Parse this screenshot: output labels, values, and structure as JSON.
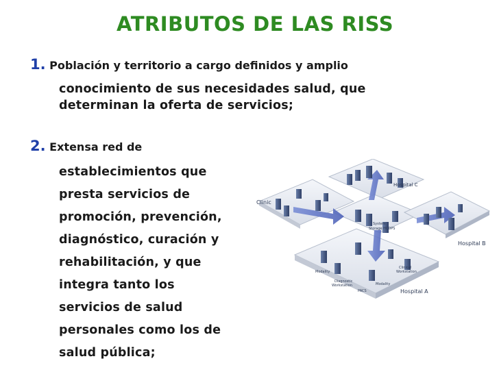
{
  "slide": {
    "title": "ATRIBUTOS DE LAS RISS",
    "item1": {
      "number": "1.",
      "lines": [
        "Población y territorio a cargo definidos y amplio",
        "conocimiento de sus necesidades salud, que",
        "determinan la oferta de servicios;"
      ]
    },
    "item2": {
      "number": "2.",
      "lines": [
        "Extensa red de",
        "establecimientos que",
        "presta servicios de",
        "promoción, prevención,",
        "diagnóstico, curación y",
        "rehabilitación, y que",
        "integra tanto los",
        "servicios de salud",
        "personales como los de",
        "salud pública;"
      ]
    }
  },
  "diagram": {
    "labels": {
      "hospital_c": "Hospital C",
      "clinic": "Clinic",
      "hospital_b": "Hospital B",
      "hospital_a": "Hospital A",
      "center_top": "System",
      "center_bottom": "Storage HCDPS",
      "modality_left": "Modality",
      "modality_right": "Modality",
      "clinical_line1": "Clinical",
      "clinical_line2": "Workstation",
      "diag_line1": "Diagnostic",
      "diag_line2": "Workstation",
      "pacs": "PACS"
    }
  }
}
